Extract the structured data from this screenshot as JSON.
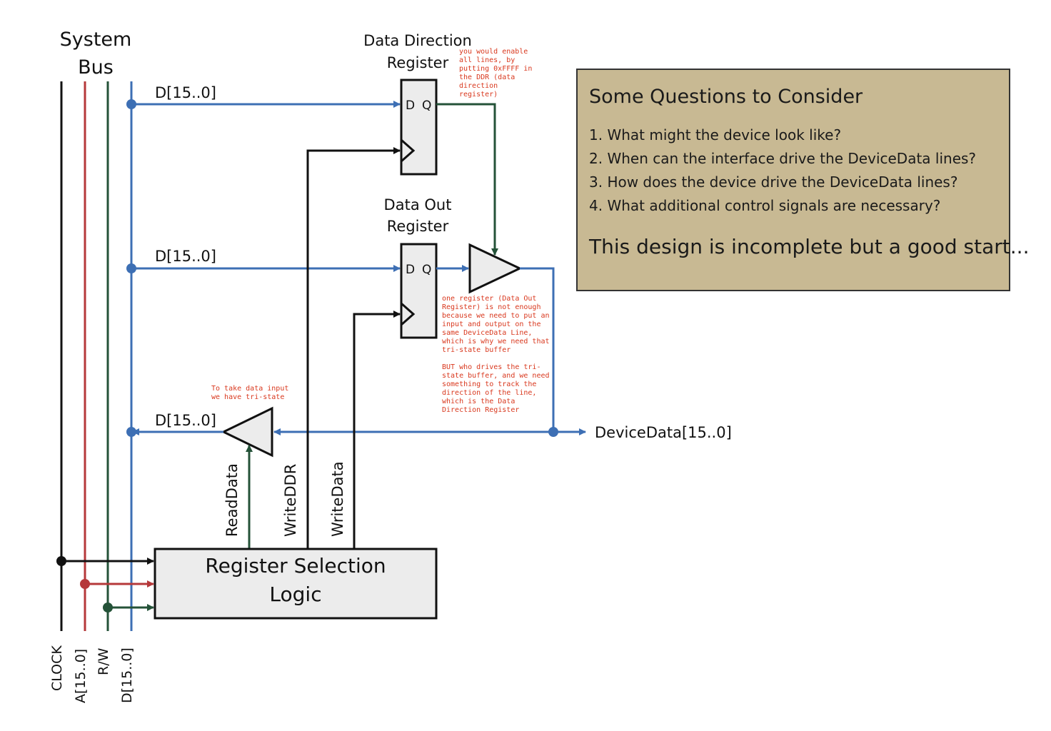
{
  "system_bus": {
    "title_line1": "System",
    "title_line2": "Bus",
    "signals": [
      "CLOCK",
      "A[15..0]",
      "R/W",
      "D[15..0]"
    ]
  },
  "bus_taps": {
    "top": "D[15..0]",
    "middle": "D[15..0]",
    "bottom": "D[15..0]"
  },
  "ddr": {
    "title_line1": "Data Direction",
    "title_line2": "Register",
    "d_pin": "D",
    "q_pin": "Q"
  },
  "dor": {
    "title_line1": "Data Out",
    "title_line2": "Register",
    "d_pin": "D",
    "q_pin": "Q"
  },
  "control_signals": [
    "ReadData",
    "WriteDDR",
    "WriteData"
  ],
  "rsl": {
    "line1": "Register Selection",
    "line2": "Logic"
  },
  "device_data": "DeviceData[15..0]",
  "annotations": {
    "ddr_note": [
      "you would enable",
      "all lines, by",
      "putting 0xFFFF in",
      "the DDR (data",
      "direction",
      "register)"
    ],
    "tristate_note": [
      "one register (Data Out",
      "Register) is not enough",
      "because we need to put an",
      "input and output on the",
      "same DeviceData Line,",
      "which is why we need that",
      "tri-state buffer",
      "",
      "BUT who drives the tri-",
      "state buffer, and we need",
      "something to track the",
      "direction of the line,",
      "which is the Data",
      "Direction Register"
    ],
    "input_note": [
      "To take data input",
      "we have tri-state"
    ]
  },
  "questions": {
    "title": "Some Questions to Consider",
    "items": [
      "1. What might the device look like?",
      "2. When can the interface drive the DeviceData lines?",
      "3. How does the device drive the DeviceData lines?",
      "4. What additional control signals are necessary?"
    ],
    "footer": "This design is incomplete but a good start..."
  },
  "colors": {
    "clock": "#111111",
    "address": "#b5383a",
    "rw": "#245238",
    "data": "#3d6fb4",
    "component_fill": "#ececec",
    "panel_fill": "#c8b993",
    "annotation": "#d9381e"
  }
}
